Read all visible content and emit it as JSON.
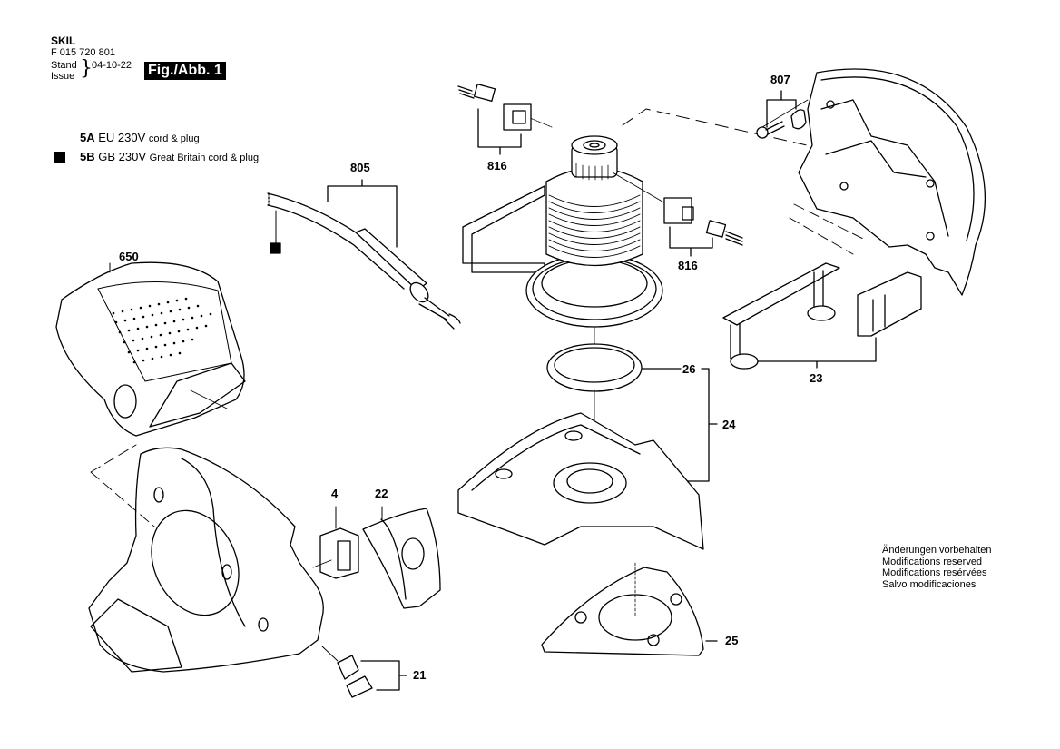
{
  "header": {
    "brand": "SKIL",
    "part_number": "F 015 720 801",
    "stand_label": "Stand",
    "issue_label": "Issue",
    "date": "04-10-22",
    "figure_label": "Fig./Abb. 1"
  },
  "legend": [
    {
      "code": "5A",
      "voltage": "EU 230V",
      "desc": "cord & plug",
      "marker": ""
    },
    {
      "code": "5B",
      "voltage": "GB 230V",
      "desc": "Great Britain cord & plug",
      "marker": "filled-square"
    }
  ],
  "part_labels": {
    "p805": "805",
    "p816a": "816",
    "p816b": "816",
    "p807": "807",
    "p650": "650",
    "p23": "23",
    "p26": "26",
    "p24": "24",
    "p4": "4",
    "p22": "22",
    "p25": "25",
    "p21": "21"
  },
  "notes": [
    "Änderungen vorbehalten",
    "Modifications reserved",
    "Modifications resérvées",
    "Salvo modificaciones"
  ]
}
